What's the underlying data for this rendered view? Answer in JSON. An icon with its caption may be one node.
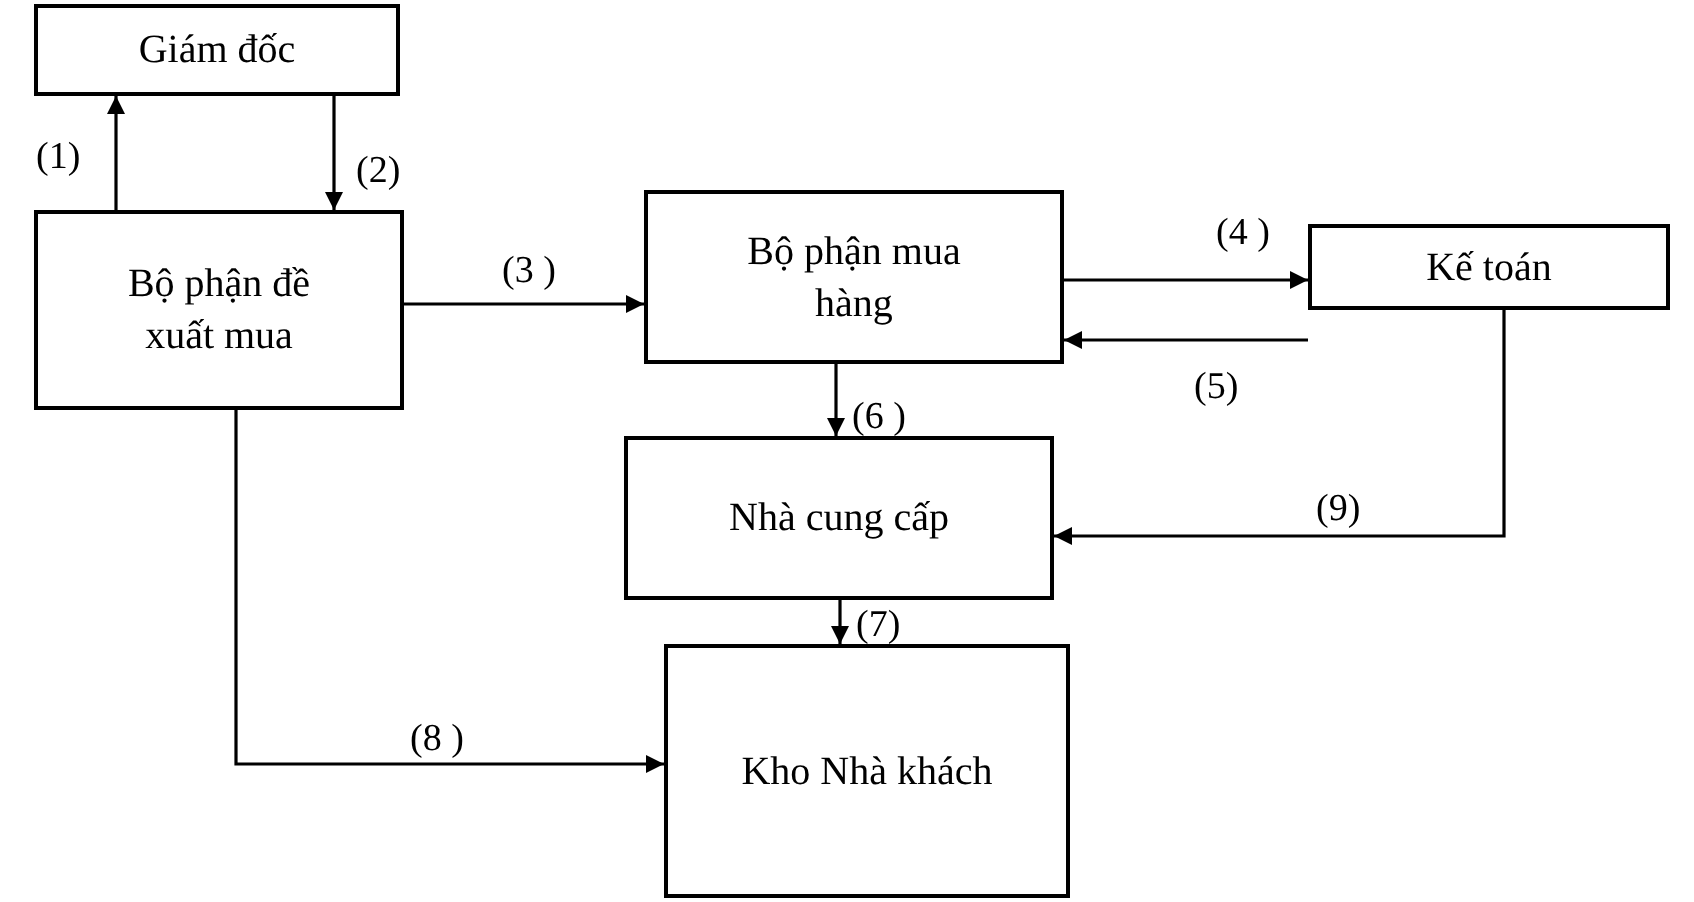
{
  "diagram": {
    "nodes": [
      {
        "text": [
          "Giám đốc"
        ]
      },
      {
        "text": [
          "Bộ phận đề xuất mua"
        ]
      },
      {
        "text": [
          "Bộ phận mua hàng"
        ]
      },
      {
        "text": [
          "Kế toán"
        ]
      },
      {
        "text": [
          "Nhà cung cấp"
        ]
      },
      {
        "text": [
          "Kho Nhà khách"
        ]
      }
    ],
    "edges": [
      {
        "from": 1,
        "to": 0,
        "arrow": "to",
        "label": "(1)"
      },
      {
        "from": 0,
        "to": 1,
        "arrow": "to",
        "label": "(2)"
      },
      {
        "from": 1,
        "to": 2,
        "arrow": "to",
        "label": "(3 )"
      },
      {
        "from": 2,
        "to": 3,
        "arrow": "to",
        "label": "(4 )"
      },
      {
        "from": 3,
        "to": 2,
        "arrow": "to",
        "label": "(5)"
      },
      {
        "from": 2,
        "to": 4,
        "arrow": "to",
        "label": "(6 )"
      },
      {
        "from": 4,
        "to": 5,
        "arrow": "to",
        "label": "(7)"
      },
      {
        "from": 1,
        "to": 5,
        "arrow": "to",
        "label": "(8 )"
      },
      {
        "from": 3,
        "to": 4,
        "arrow": "to",
        "label": "(9)"
      }
    ]
  }
}
